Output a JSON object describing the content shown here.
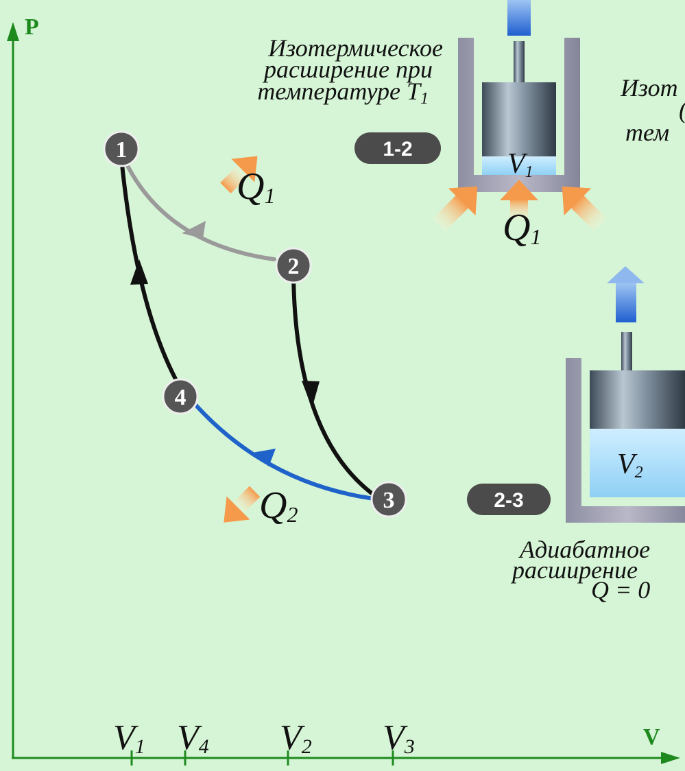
{
  "axes": {
    "y_label": "P",
    "x_label": "V"
  },
  "v_ticks": [
    {
      "main": "V",
      "sub": "1"
    },
    {
      "main": "V",
      "sub": "4"
    },
    {
      "main": "V",
      "sub": "2"
    },
    {
      "main": "V",
      "sub": "3"
    }
  ],
  "points": [
    "1",
    "2",
    "3",
    "4"
  ],
  "heat": {
    "q1": {
      "main": "Q",
      "sub": "1"
    },
    "q2": {
      "main": "Q",
      "sub": "2"
    }
  },
  "stages": [
    {
      "badge": "1-2",
      "caption_lines": [
        "Изотермическое",
        "расширение при",
        "температуре T"
      ],
      "caption_sub": "1",
      "volume": {
        "main": "V",
        "sub": "1"
      },
      "heat": {
        "main": "Q",
        "sub": "1"
      }
    },
    {
      "badge": "2-3",
      "caption_lines": [
        "Адиабатное",
        "расширение",
        "Q = 0"
      ],
      "volume": {
        "main": "V",
        "sub": "2"
      }
    }
  ],
  "partial_caption_lines": [
    "Изот",
    "(",
    "тем"
  ],
  "colors": {
    "background": "#d6f5d6",
    "axis": "#1e8a1e",
    "isotherm_hot": "#9a9a9a",
    "adiabat": "#111111",
    "isotherm_cold": "#1f62c9",
    "point_fill": "#555555",
    "badge_fill": "#4b4b4b",
    "heat_arrow": "#f5a25a",
    "piston_arrow": "#2a6fd8"
  }
}
